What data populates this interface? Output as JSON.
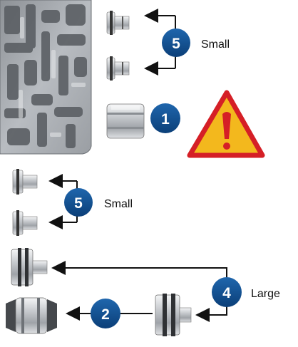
{
  "badges": [
    {
      "number": "5",
      "label": "Small"
    },
    {
      "number": "1",
      "label": ""
    },
    {
      "number": "5",
      "label": "Small"
    },
    {
      "number": "4",
      "label": "Large"
    },
    {
      "number": "2",
      "label": ""
    }
  ],
  "icons": {
    "warning": "warning-triangle-exclamation-icon",
    "valve_body": "valve-body-photo"
  },
  "colors": {
    "badge_fill": "#0f4e8f",
    "badge_text": "#ffffff",
    "arrow": "#111111",
    "warning_fill": "#f3b81d",
    "warning_border": "#d51f26",
    "warning_mark": "#d51f26",
    "metal_light": "#d9dcdf",
    "metal_dark": "#3a3c3f"
  }
}
